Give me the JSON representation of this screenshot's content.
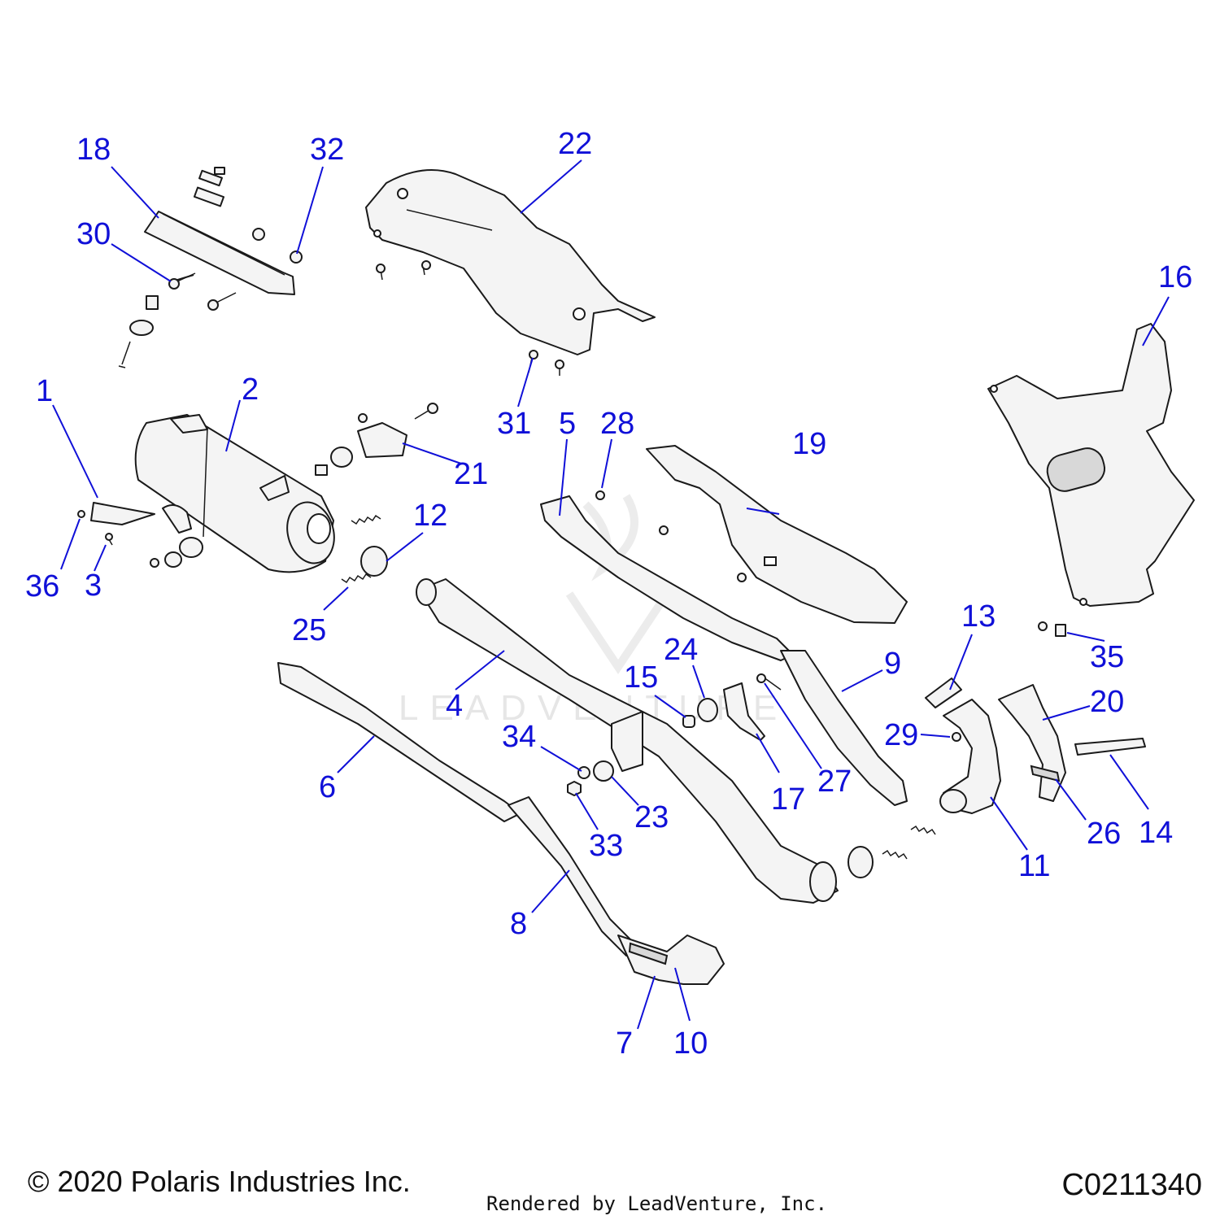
{
  "diagram": {
    "callouts": [
      {
        "id": "1",
        "label": "1"
      },
      {
        "id": "2",
        "label": "2"
      },
      {
        "id": "3",
        "label": "3"
      },
      {
        "id": "4",
        "label": "4"
      },
      {
        "id": "5",
        "label": "5"
      },
      {
        "id": "6",
        "label": "6"
      },
      {
        "id": "7",
        "label": "7"
      },
      {
        "id": "8",
        "label": "8"
      },
      {
        "id": "9",
        "label": "9"
      },
      {
        "id": "10",
        "label": "10"
      },
      {
        "id": "11",
        "label": "11"
      },
      {
        "id": "12",
        "label": "12"
      },
      {
        "id": "13",
        "label": "13"
      },
      {
        "id": "14",
        "label": "14"
      },
      {
        "id": "15",
        "label": "15"
      },
      {
        "id": "16",
        "label": "16"
      },
      {
        "id": "17",
        "label": "17"
      },
      {
        "id": "18",
        "label": "18"
      },
      {
        "id": "19",
        "label": "19"
      },
      {
        "id": "20",
        "label": "20"
      },
      {
        "id": "21",
        "label": "21"
      },
      {
        "id": "22",
        "label": "22"
      },
      {
        "id": "23",
        "label": "23"
      },
      {
        "id": "24",
        "label": "24"
      },
      {
        "id": "25",
        "label": "25"
      },
      {
        "id": "26",
        "label": "26"
      },
      {
        "id": "27",
        "label": "27"
      },
      {
        "id": "28",
        "label": "28"
      },
      {
        "id": "29",
        "label": "29"
      },
      {
        "id": "30",
        "label": "30"
      },
      {
        "id": "31",
        "label": "31"
      },
      {
        "id": "32",
        "label": "32"
      },
      {
        "id": "33",
        "label": "33"
      },
      {
        "id": "34",
        "label": "34"
      },
      {
        "id": "35",
        "label": "35"
      },
      {
        "id": "36",
        "label": "36"
      }
    ],
    "callout_color": "#1010d8",
    "watermark": "LEADVENTURE"
  },
  "footer": {
    "copyright": "© 2020 Polaris Industries Inc.",
    "rendered_by": "Rendered by LeadVenture, Inc.",
    "diagram_id": "C0211340"
  }
}
